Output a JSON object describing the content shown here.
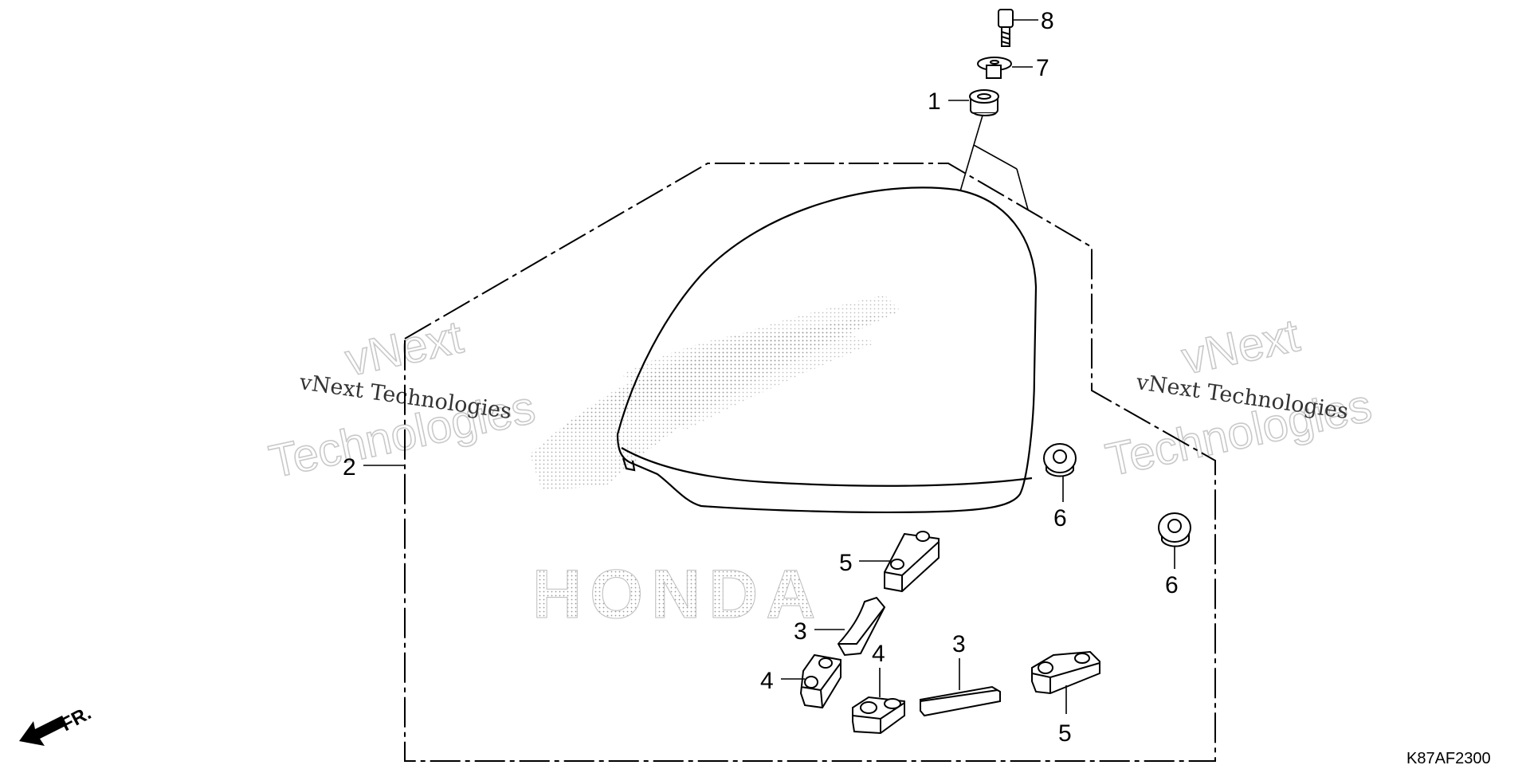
{
  "diagram_code": "K87AF2300",
  "front_indicator": "FR.",
  "brand_logo_text": "HONDA",
  "watermarks": [
    {
      "brand": "vNext",
      "big": "Technologies",
      "small": "vNext Technologies"
    },
    {
      "brand": "vNext",
      "big": "Technologies",
      "small": "vNext Technologies"
    }
  ],
  "callouts": {
    "c1": "1",
    "c2": "2",
    "c3a": "3",
    "c3b": "3",
    "c4a": "4",
    "c4b": "4",
    "c5a": "5",
    "c5b": "5",
    "c6a": "6",
    "c6b": "6",
    "c7": "7",
    "c8": "8"
  }
}
